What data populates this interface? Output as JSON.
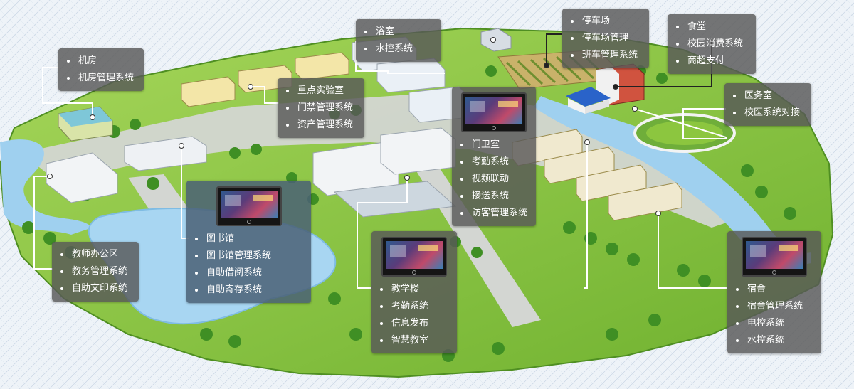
{
  "callouts": {
    "computer_room": [
      "机房",
      "机房管理系统"
    ],
    "lab": [
      "重点实验室",
      "门禁管理系统",
      "资产管理系统"
    ],
    "bathroom": [
      "浴室",
      "水控系统"
    ],
    "parking": [
      "停车场",
      "停车场管理",
      "班车管理系统"
    ],
    "canteen": [
      "食堂",
      "校园消费系统",
      "商超支付"
    ],
    "clinic": [
      "医务室",
      "校医系统对接"
    ],
    "gate": [
      "门卫室",
      "考勤系统",
      "视频联动",
      "接送系统",
      "访客管理系统"
    ],
    "library": [
      "图书馆",
      "图书馆管理系统",
      "自助借阅系统",
      "自助寄存系统"
    ],
    "office": [
      "教师办公区",
      "教务管理系统",
      "自助文印系统"
    ],
    "teaching": [
      "教学楼",
      "考勤系统",
      "信息发布",
      "智慧教室"
    ],
    "dorm": [
      "宿舍",
      "宿舍管理系统",
      "电控系统",
      "水控系统"
    ]
  },
  "colors": {
    "grass": "#8cc63f",
    "grass_dark": "#5fa12a",
    "water": "#9fd0ef",
    "road": "#cfd3cf",
    "callout_bg": "#585858",
    "connector": "#ffffff",
    "connector_dark": "#222222"
  }
}
